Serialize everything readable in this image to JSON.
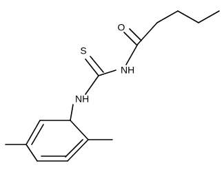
{
  "molecule": {
    "atoms": {
      "oxygen": "O",
      "sulfur": "S",
      "amide_nh": "NH",
      "thioamide_nh": "NH"
    }
  }
}
